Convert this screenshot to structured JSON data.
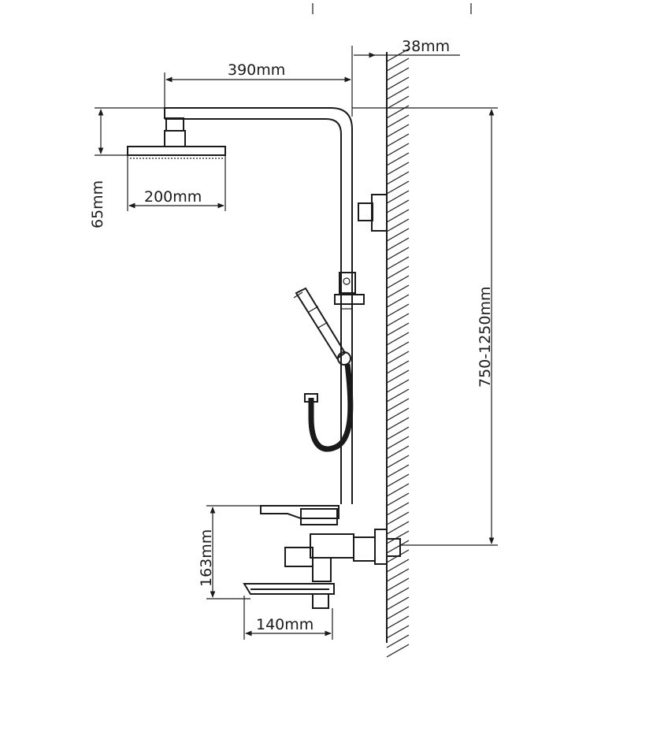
{
  "labels": {
    "wall_offset": "38mm",
    "arm_length": "390mm",
    "head_height": "65mm",
    "head_diameter": "200mm",
    "height_range": "750-1250mm",
    "mixer_height": "163mm",
    "spout_length": "140mm"
  },
  "colors": {
    "line": "#1a1a1a",
    "background": "#ffffff"
  }
}
